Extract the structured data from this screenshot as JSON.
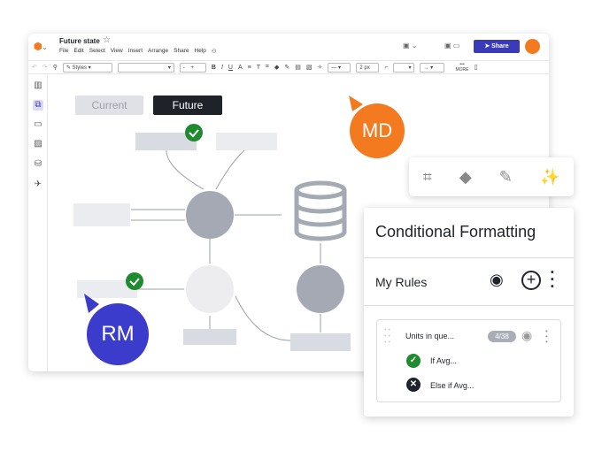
{
  "app": {
    "doc_title": "Future state",
    "menu": [
      "File",
      "Edit",
      "Select",
      "View",
      "Insert",
      "Arrange",
      "Share",
      "Help"
    ],
    "share_label": "Share"
  },
  "toolbar": {
    "styles": "Styles",
    "line_width": "2 px",
    "more": "MORE"
  },
  "canvas": {
    "tab_current": "Current",
    "tab_future": "Future"
  },
  "collaborators": [
    {
      "initials": "MD",
      "color": "#f47a1f"
    },
    {
      "initials": "RM",
      "color": "#3b3bcc"
    }
  ],
  "panel": {
    "title": "Conditional Formatting",
    "section": "My Rules",
    "rule": {
      "name": "Units in que...",
      "count": "4/38",
      "conditions": [
        "If Avg...",
        "Else if Avg..."
      ]
    }
  }
}
